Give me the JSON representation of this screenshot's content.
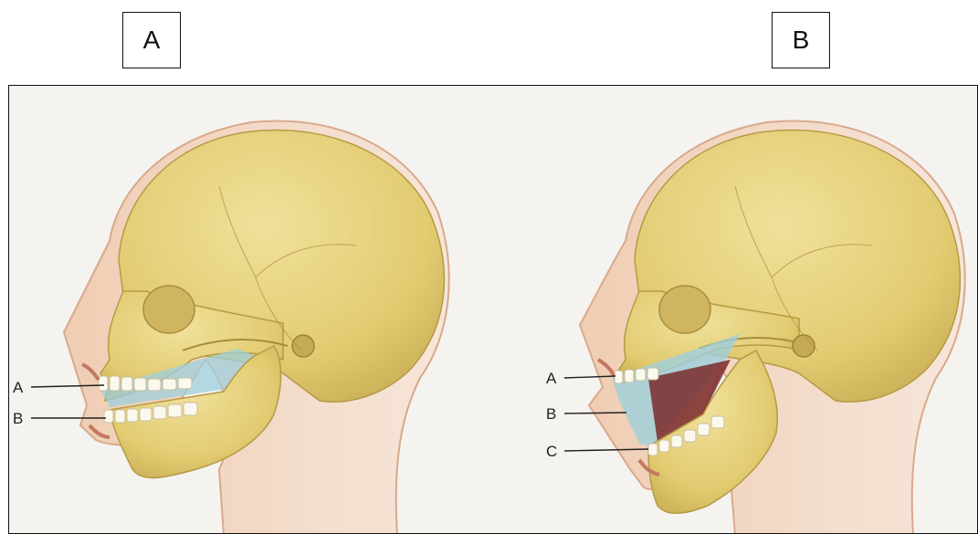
{
  "panels": [
    {
      "id": "A",
      "title": "A",
      "labels": [
        "A",
        "B"
      ]
    },
    {
      "id": "B",
      "title": "B",
      "labels": [
        "A",
        "B",
        "C"
      ]
    }
  ],
  "colors": {
    "bone": "#e3cf78",
    "skin": "#f2d8c2",
    "skin_edge": "#d9a98a",
    "airway": "#9ecfdc",
    "background": "#f4f3f0"
  }
}
